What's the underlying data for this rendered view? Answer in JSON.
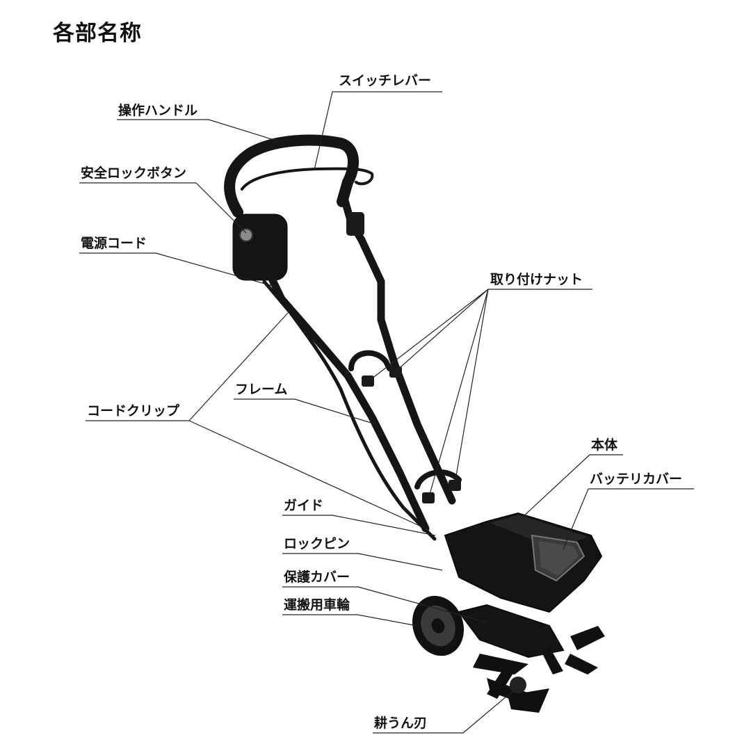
{
  "title": "各部名称",
  "labels": {
    "switch_lever": "スイッチレバー",
    "handle": "操作ハンドル",
    "safety_lock_button": "安全ロックボタン",
    "power_cord": "電源コード",
    "mounting_nut": "取り付けナット",
    "frame": "フレーム",
    "cord_clip": "コードクリップ",
    "main_body": "本体",
    "battery_cover": "バッテリカバー",
    "guide": "ガイド",
    "lock_pin": "ロックピン",
    "protective_cover": "保護カバー",
    "transport_wheel": "運搬用車輪",
    "tiller_blade": "耕うん刃"
  }
}
